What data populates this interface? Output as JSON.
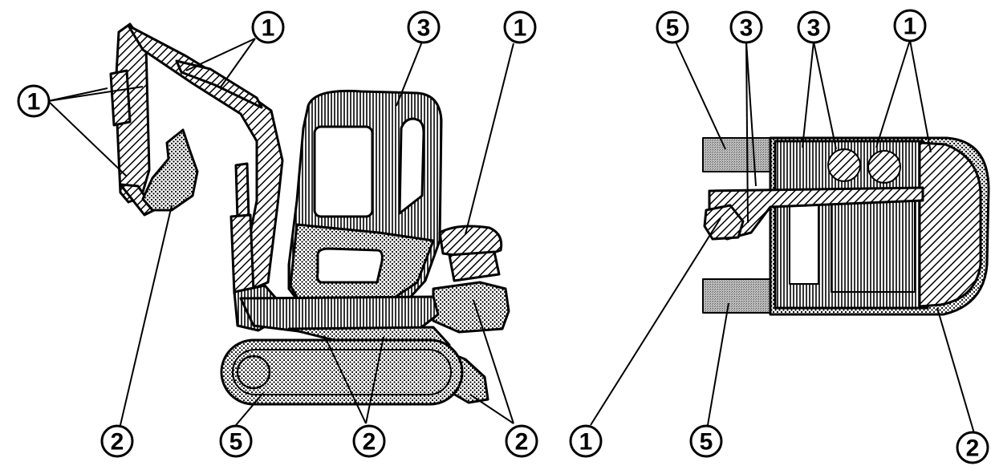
{
  "diagram": {
    "side_view": {
      "callouts": [
        {
          "id": "s1a",
          "label": "1"
        },
        {
          "id": "s1b",
          "label": "1"
        },
        {
          "id": "s3",
          "label": "3"
        },
        {
          "id": "s1c",
          "label": "1"
        },
        {
          "id": "s2a",
          "label": "2"
        },
        {
          "id": "s5",
          "label": "5"
        },
        {
          "id": "s2b",
          "label": "2"
        },
        {
          "id": "s2c",
          "label": "2"
        }
      ]
    },
    "top_view": {
      "callouts": [
        {
          "id": "t5a",
          "label": "5"
        },
        {
          "id": "t3a",
          "label": "3"
        },
        {
          "id": "t3b",
          "label": "3"
        },
        {
          "id": "t1a",
          "label": "1"
        },
        {
          "id": "t1b",
          "label": "1"
        },
        {
          "id": "t5b",
          "label": "5"
        },
        {
          "id": "t2",
          "label": "2"
        }
      ]
    },
    "legend_meaning": {
      "hatch_diagonal": "1",
      "dots": "2",
      "hatch_vertical": "3",
      "grey_fill": "5"
    }
  }
}
